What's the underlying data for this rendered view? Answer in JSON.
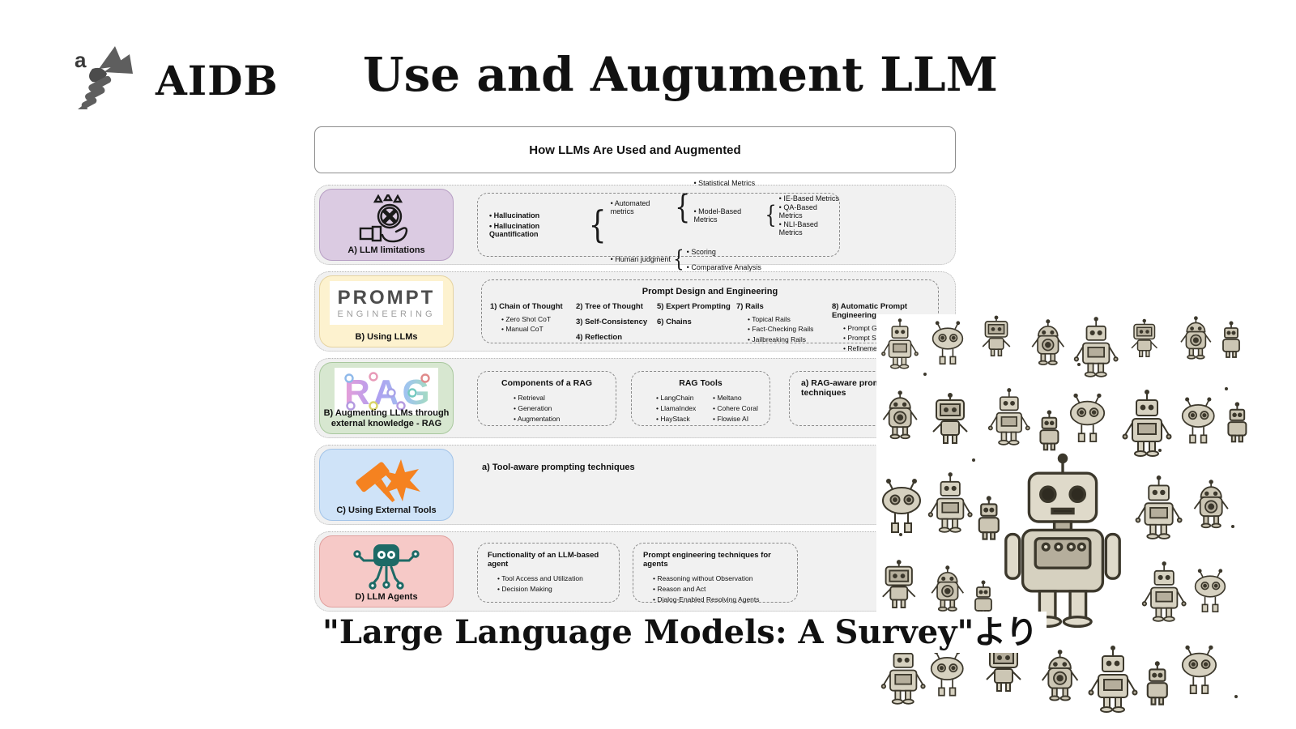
{
  "logo": {
    "brand": "AIDB"
  },
  "title": "Use and Augument LLM",
  "caption": "\"Large Language Models: A Survey\"より",
  "colors": {
    "cat_limitations": "#dbcbe2",
    "cat_using_llms": "#fdf2cf",
    "cat_rag": "#d7e7d0",
    "cat_tools": "#cfe3f8",
    "cat_agents": "#f6c9c7",
    "hammer_orange": "#f58220",
    "agent_teal": "#1d6a66"
  },
  "diagram": {
    "header": "How LLMs Are Used and Augmented",
    "row_a": {
      "label": "A) LLM limitations",
      "item1": "Hallucination",
      "item2": "Hallucination Quantification",
      "automated": "Automated metrics",
      "human": "Human judgment",
      "statistical": "Statistical Metrics",
      "model_based": "Model-Based Metrics",
      "ie": "IE-Based Metrics",
      "qa": "QA-Based Metrics",
      "nli": "NLI-Based Metrics",
      "scoring": "Scoring",
      "comparative": "Comparative Analysis"
    },
    "row_b": {
      "label": "B) Using LLMs",
      "logo_top": "PROMPT",
      "logo_bottom": "ENGINEERING",
      "title": "Prompt Design and Engineering",
      "item1": "1) Chain of Thought",
      "item1_sub": [
        "Zero Shot CoT",
        "Manual CoT"
      ],
      "item2": "2) Tree of Thought",
      "item3": "3) Self-Consistency",
      "item4": "4) Reflection",
      "item5": "5) Expert Prompting",
      "item6": "6) Chains",
      "item7": "7) Rails",
      "item7_sub": [
        "Topical Rails",
        "Fact-Checking Rails",
        "Jailbreaking Rails"
      ],
      "item8": "8) Automatic Prompt Engineering",
      "item8_sub": [
        "Prompt Generation",
        "Prompt Scoring",
        "Refinement and Iteration"
      ]
    },
    "row_c": {
      "label1": "B) Augmenting LLMs through",
      "label2": "external knowledge - RAG",
      "logo": "RAG",
      "box1_title": "Components of a RAG",
      "box1_items": [
        "Retrieval",
        "Generation",
        "Augmentation"
      ],
      "box2_title": "RAG Tools",
      "box2_col1": [
        "LangChain",
        "LlamaIndex",
        "HayStack"
      ],
      "box2_col2": [
        "Meltano",
        "Cohere Coral",
        "Flowise AI"
      ],
      "box3_title": "a) RAG-aware prompting techniques"
    },
    "row_d": {
      "label": "C) Using External Tools",
      "note": "a) Tool-aware prompting techniques"
    },
    "row_e": {
      "label": "D) LLM Agents",
      "box1_title": "Functionality of an LLM-based agent",
      "box1_items": [
        "Tool Access and Utilization",
        "Decision Making"
      ],
      "box2_title": "Prompt engineering techniques for agents",
      "box2_items": [
        "Reasoning without Observation",
        "Reason and Act",
        "Dialog-Enabled Resolving Agents"
      ]
    }
  }
}
